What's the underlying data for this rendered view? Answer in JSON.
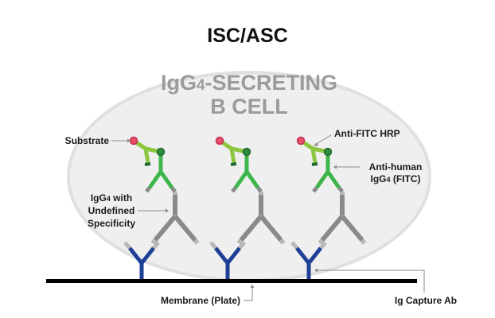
{
  "title": "ISC/ASC",
  "cell": {
    "line1_prefix": "IgG",
    "line1_subscript": "4",
    "line1_suffix": "-SECRETING",
    "line2": "B CELL"
  },
  "labels": {
    "substrate": "Substrate",
    "anti_fitc_hrp": "Anti-FITC HRP",
    "anti_human_line1": "Anti-human",
    "anti_human_line2_prefix": "IgG",
    "anti_human_line2_subscript": "4",
    "anti_human_line2_suffix": " (FITC)",
    "igg4_line1_prefix": "IgG",
    "igg4_line1_subscript": "4",
    "igg4_line1_suffix": " with",
    "igg4_line2": "Undefined",
    "igg4_line3": "Specificity",
    "membrane": "Membrane (Plate)",
    "capture": "Ig Capture Ab"
  },
  "colors": {
    "cell_fill": "#efefef",
    "cell_stroke": "#e0e0e0",
    "capture_ab": "#1e3f96",
    "igg4": "#8a8a8a",
    "igg4_tip": "#b8b8b8",
    "anti_human": "#3db54a",
    "anti_human_dot": "#2e8b3a",
    "hrp": "#8dc63f",
    "hrp_tip": "#1f6b34",
    "substrate": "#e8506a",
    "membrane": "#000000"
  },
  "assembly_count": 3
}
